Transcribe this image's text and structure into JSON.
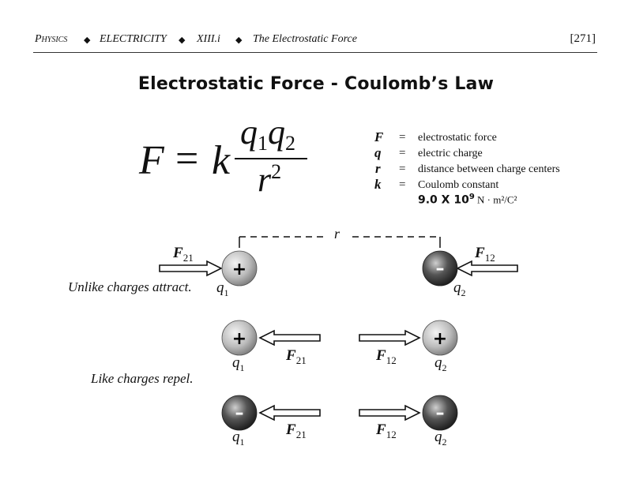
{
  "header": {
    "subject": "Physics",
    "unit": "ELECTRICITY",
    "section": "XIII.i",
    "topic": "The Electrostatic Force",
    "page_number": "[271]"
  },
  "title": "Electrostatic Force - Coulomb’s Law",
  "formula": {
    "lhs": "F",
    "equals": "=",
    "constant": "k",
    "numerator_charge": "q",
    "sub_1": "1",
    "sub_2": "2",
    "denominator_base": "r",
    "denominator_power": "2"
  },
  "legend": [
    {
      "symbol": "F",
      "eq": "=",
      "desc": "electrostatic force"
    },
    {
      "symbol": "q",
      "eq": "=",
      "desc": "electric charge"
    },
    {
      "symbol": "r",
      "eq": "=",
      "desc": "distance between charge centers"
    },
    {
      "symbol": "k",
      "eq": "=",
      "desc": "Coulomb constant"
    }
  ],
  "k_value": {
    "mantissa": "9.0 X 10",
    "exponent": "9",
    "units": " N · m²/C²"
  },
  "diagram": {
    "distance_label": "r",
    "attract_caption": "Unlike charges attract.",
    "repel_caption": "Like charges repel.",
    "plus": "+",
    "minus": "–",
    "force_symbol": "F",
    "sub_21": "21",
    "sub_12": "12",
    "charge_symbol": "q",
    "sub_1": "1",
    "sub_2": "2"
  },
  "colors": {
    "positive_sphere": "#b8b8b8",
    "negative_sphere": "#3a3a3a"
  }
}
